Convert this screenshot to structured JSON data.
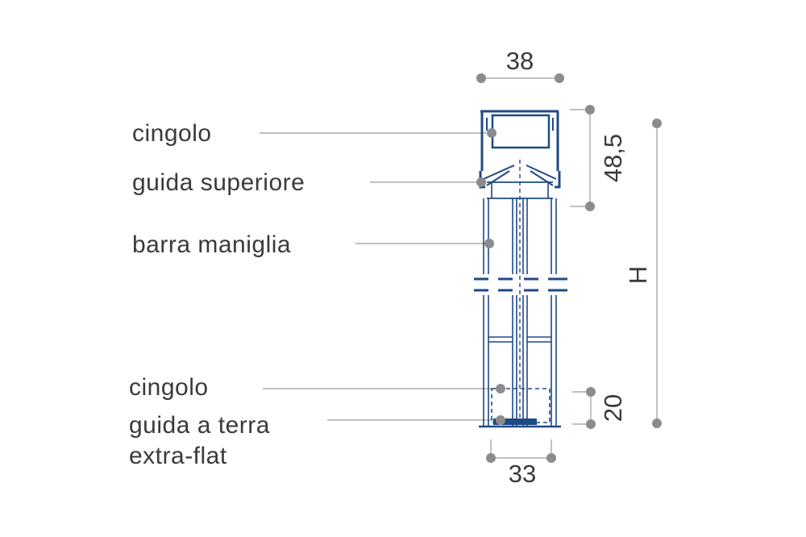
{
  "labels": {
    "top_belt": "cingolo",
    "upper_guide": "guida superiore",
    "handle_bar": "barra maniglia",
    "bottom_belt": "cingolo",
    "floor_guide_line1": "guida a terra",
    "floor_guide_line2": "extra-flat"
  },
  "dimensions": {
    "top_width": "38",
    "bottom_width": "33",
    "top_height": "48,5",
    "bottom_height": "20",
    "total_height": "H"
  },
  "colors": {
    "profile": "#1e4a86",
    "leader": "#9a9a9a",
    "dot": "#8c8c8c",
    "text": "#3a3a3a"
  }
}
